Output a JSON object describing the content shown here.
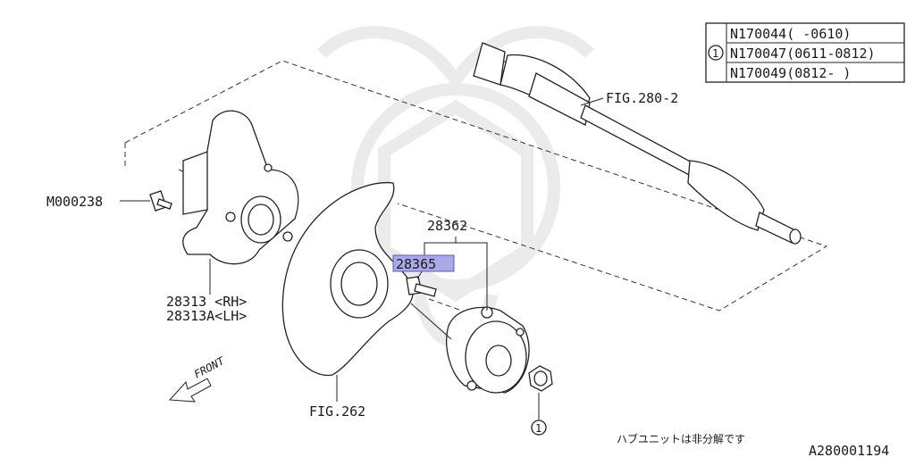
{
  "diagram": {
    "labels": {
      "bolt_code": "M000238",
      "knuckle_rh": "28313 <RH>",
      "knuckle_lh": "28313A<LH>",
      "hub_assembly": "28362",
      "hub_bolt": "28365",
      "shaft_ref": "FIG.280-2",
      "backing_plate_ref": "FIG.262",
      "front": "FRONT",
      "note_jp": "ハブユニットは非分解です",
      "figure_code": "A280001194",
      "callout_1": "1",
      "callout_2": "1"
    },
    "part_table": {
      "ref": "1",
      "rows": [
        "N170044(   -0610)",
        "N170047(0611-0812)",
        "N170049(0812-   )"
      ]
    }
  }
}
